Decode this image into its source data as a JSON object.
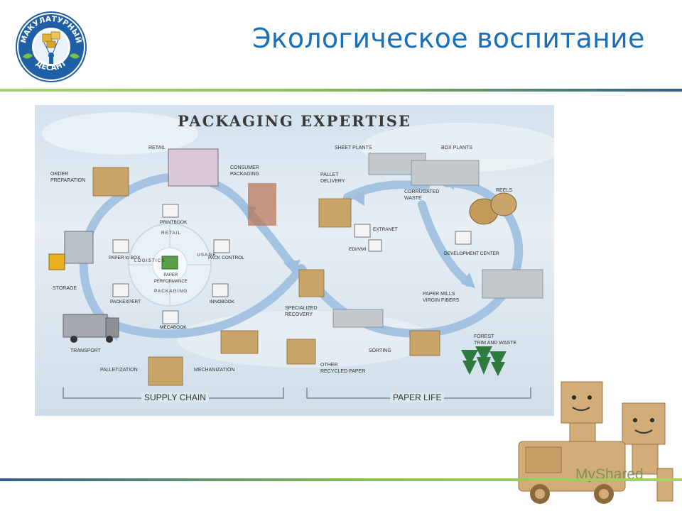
{
  "header": {
    "title": "Экологическое воспитание",
    "logo_text_top": "МАКУЛАТУРНЫЙ",
    "logo_text_bottom": "ДЕСАНТ"
  },
  "diagram": {
    "title": "PACKAGING EXPERTISE",
    "stages": {
      "retail": "RETAIL",
      "consumer_packaging": "CONSUMER\nPACKAGING",
      "order_preparation": "ORDER\nPREPARATION",
      "storage": "STORAGE",
      "transport": "TRANSPORT",
      "palletization": "PALLETIZATION",
      "mechanization": "MECHANIZATION",
      "specialized_recovery": "SPECIALIZED\nRECOVERY",
      "other_recycled_paper": "OTHER\nRECYCLED PAPER",
      "sorting": "SORTING",
      "forest_trim": "FOREST\nTRIM AND WASTE",
      "paper_mills": "PAPER MILLS\nVIRGIN FIBERS",
      "reels": "REELS",
      "corrugated_waste": "CORRUGATED\nWASTE",
      "sheet_plants": "SHEET PLANTS",
      "box_plants": "BOX PLANTS",
      "pallet_delivery": "PALLET\nDELIVERY"
    },
    "wheel": {
      "segments": [
        "RETAIL",
        "USAGE",
        "PACKAGING",
        "LOGISTICS"
      ],
      "center": "PAPER\nPERFORMANCE"
    },
    "tools": {
      "printbook": "PRINTBOOK",
      "pack_control": "PACK CONTROL",
      "innobook": "INNOBOOK",
      "mecabook": "MECABOOK",
      "packexpert": "PACKEXPERT",
      "paper_to_box": "PAPER to BOX",
      "extranet": "EXTRANET",
      "edi_vmi": "EDI/VMI",
      "development_center": "DEVELOPMENT CENTER"
    },
    "sections": {
      "supply_chain": "SUPPLY CHAIN",
      "paper_life": "PAPER LIFE"
    }
  },
  "watermark": {
    "brand": "MyShared"
  },
  "colors": {
    "title": "#1b6fb5",
    "rule_green": "#8cc152",
    "rule_navy": "#2f5f8a",
    "arrow": "#8fb2d8",
    "cardboard": "#c9a46b"
  }
}
